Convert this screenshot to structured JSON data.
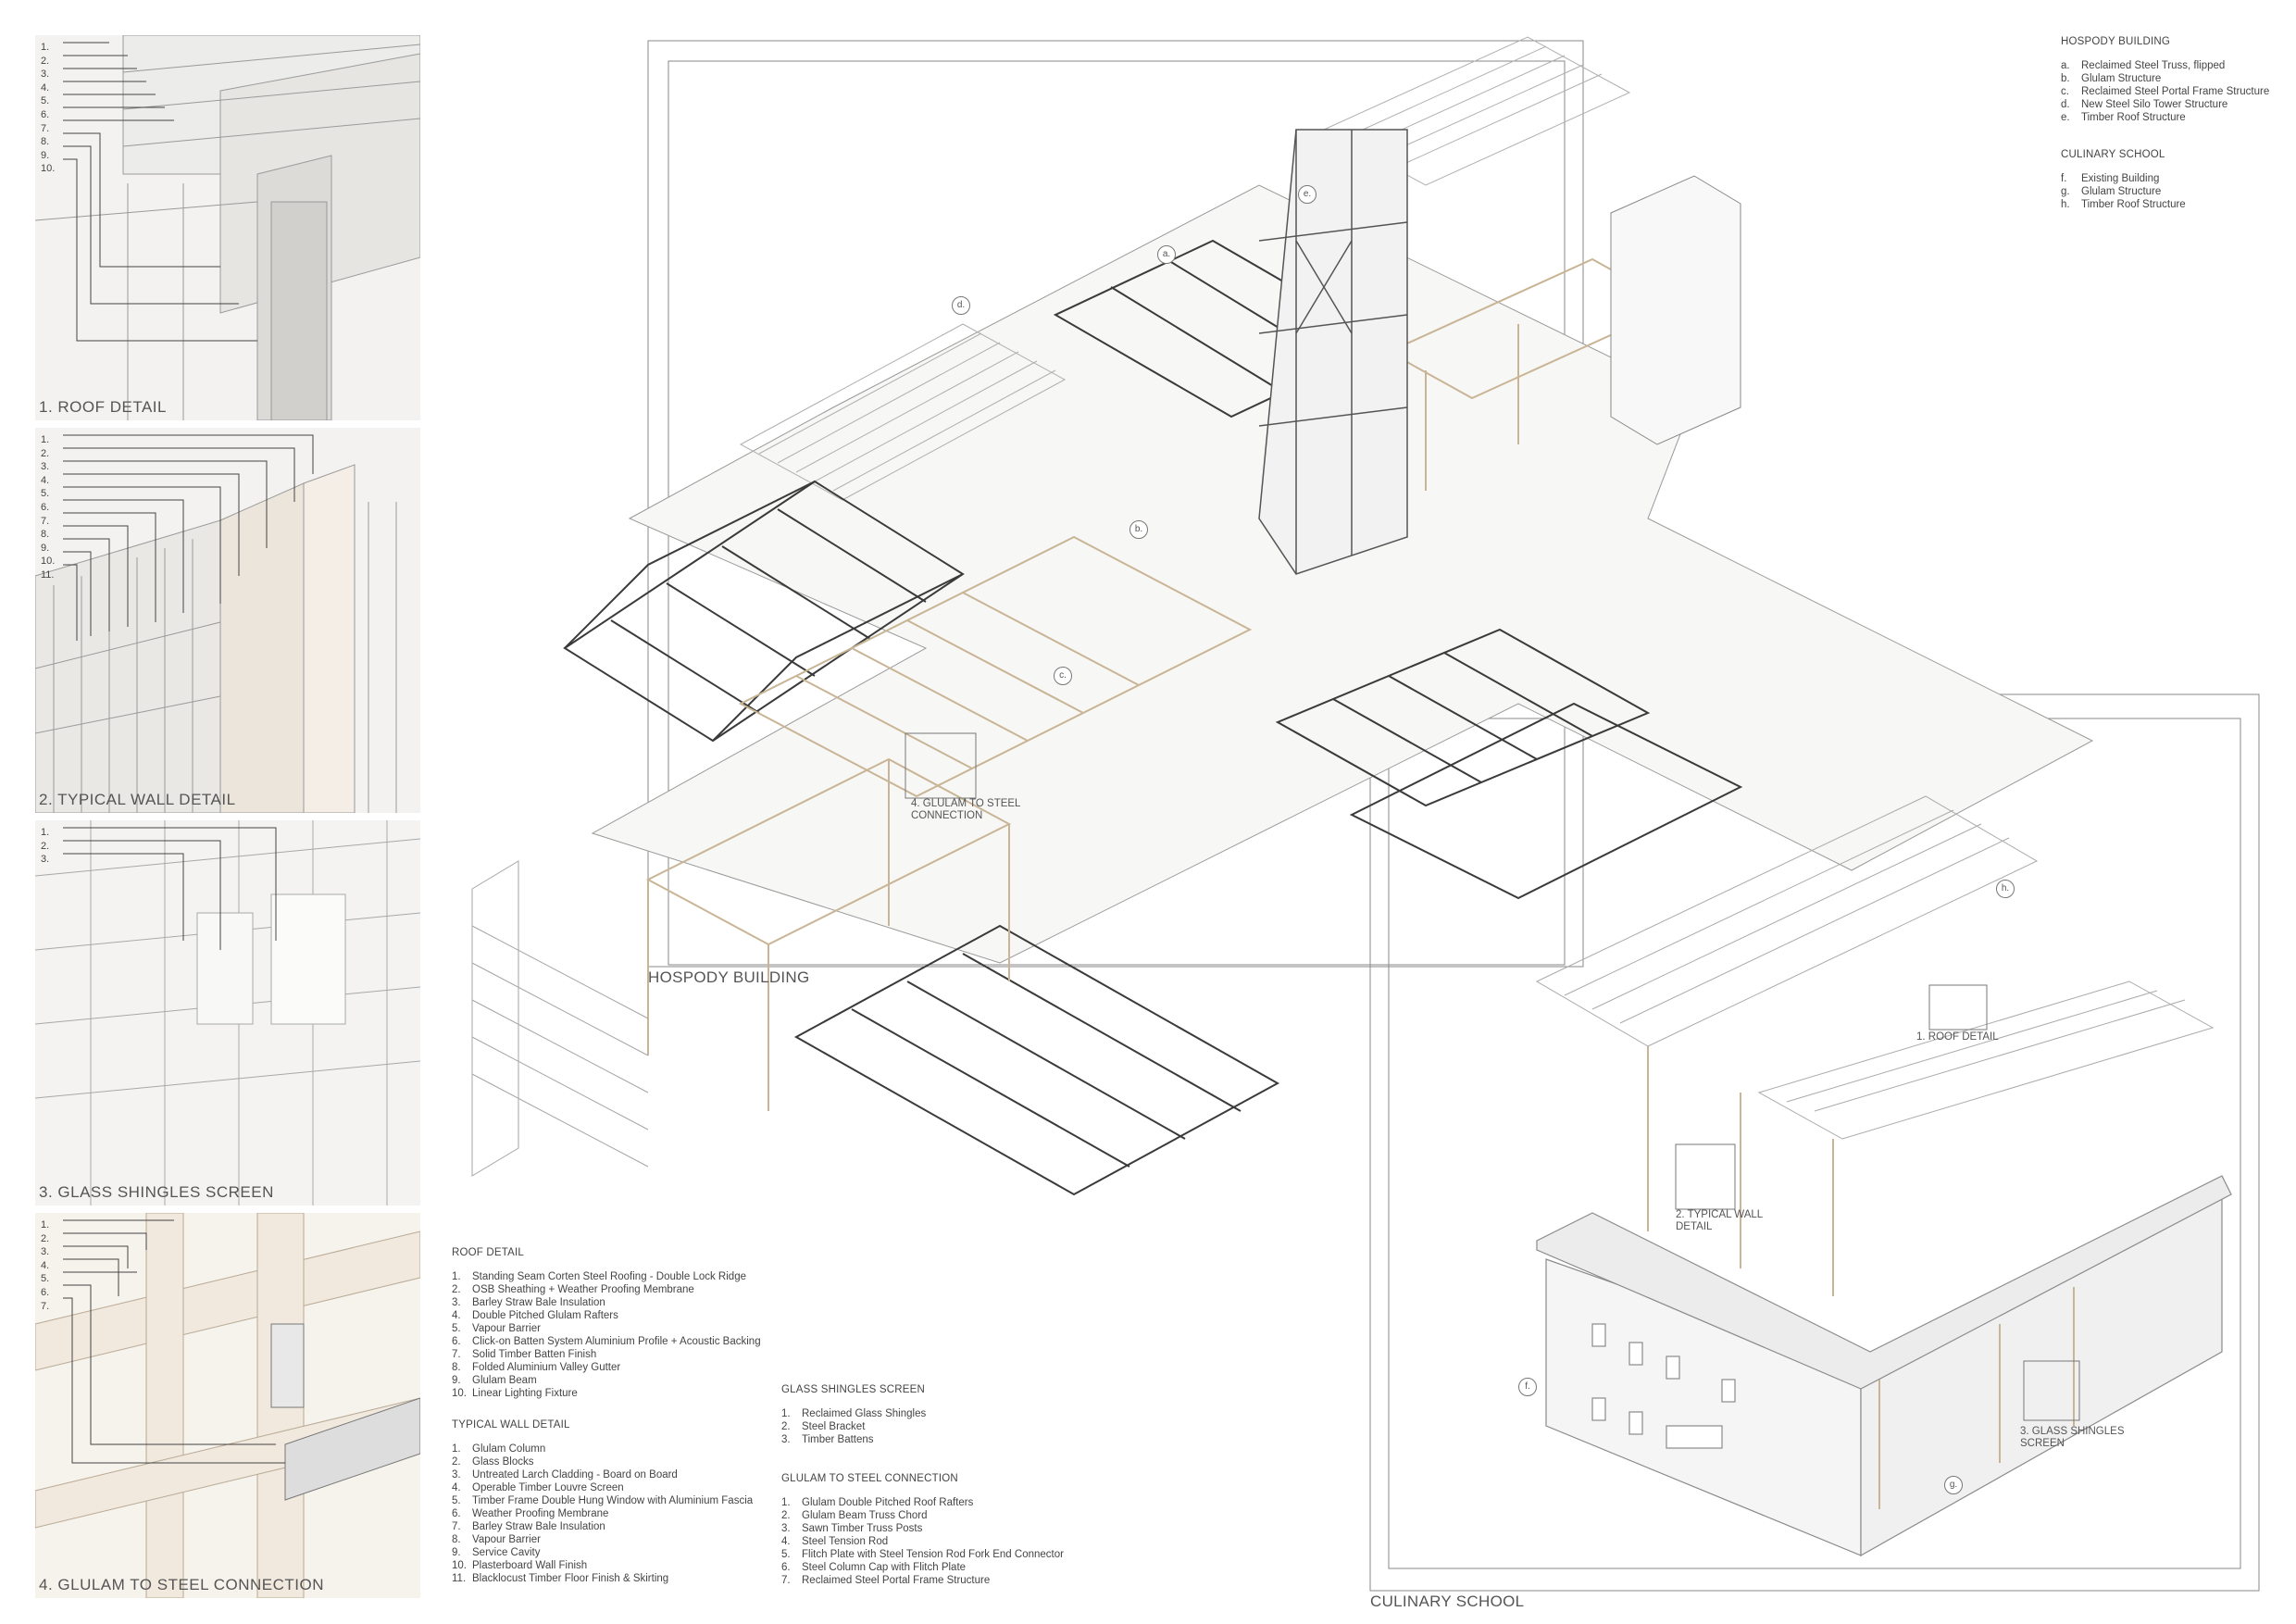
{
  "panels": [
    {
      "title": "1. ROOF DETAIL",
      "numbers": [
        "1.",
        "2.",
        "3.",
        "4.",
        "5.",
        "6.",
        "7.",
        "8.",
        "9.",
        "10."
      ]
    },
    {
      "title": "2. TYPICAL WALL DETAIL",
      "numbers": [
        "1.",
        "2.",
        "3.",
        "4.",
        "5.",
        "6.",
        "7.",
        "8.",
        "9.",
        "10.",
        "11."
      ]
    },
    {
      "title": "3. GLASS SHINGLES SCREEN",
      "numbers": [
        "1.",
        "2.",
        "3."
      ]
    },
    {
      "title": "4. GLULAM TO STEEL CONNECTION",
      "numbers": [
        "1.",
        "2.",
        "3.",
        "4.",
        "5.",
        "6.",
        "7."
      ]
    }
  ],
  "roof_detail": {
    "heading": "ROOF DETAIL",
    "items": [
      {
        "n": "1.",
        "t": "Standing Seam Corten Steel Roofing - Double Lock Ridge"
      },
      {
        "n": "2.",
        "t": "OSB Sheathing + Weather Proofing Membrane"
      },
      {
        "n": "3.",
        "t": "Barley Straw Bale Insulation"
      },
      {
        "n": "4.",
        "t": "Double Pitched Glulam Rafters"
      },
      {
        "n": "5.",
        "t": "Vapour Barrier"
      },
      {
        "n": "6.",
        "t": "Click-on Batten System Aluminium Profile + Acoustic Backing"
      },
      {
        "n": "7.",
        "t": "Solid Timber Batten Finish"
      },
      {
        "n": "8.",
        "t": "Folded Aluminium Valley Gutter"
      },
      {
        "n": "9.",
        "t": "Glulam Beam"
      },
      {
        "n": "10.",
        "t": "Linear Lighting Fixture"
      }
    ]
  },
  "typical_wall_detail": {
    "heading": "TYPICAL WALL DETAIL",
    "items": [
      {
        "n": "1.",
        "t": "Glulam Column"
      },
      {
        "n": "2.",
        "t": "Glass Blocks"
      },
      {
        "n": "3.",
        "t": "Untreated Larch Cladding - Board on Board"
      },
      {
        "n": "4.",
        "t": "Operable Timber Louvre Screen"
      },
      {
        "n": "5.",
        "t": "Timber Frame Double Hung Window with Aluminium Fascia"
      },
      {
        "n": "6.",
        "t": "Weather Proofing Membrane"
      },
      {
        "n": "7.",
        "t": "Barley Straw Bale Insulation"
      },
      {
        "n": "8.",
        "t": "Vapour Barrier"
      },
      {
        "n": "9.",
        "t": "Service Cavity"
      },
      {
        "n": "10.",
        "t": "Plasterboard Wall Finish"
      },
      {
        "n": "11.",
        "t": "Blacklocust Timber Floor Finish & Skirting"
      }
    ]
  },
  "glass_shingles_screen": {
    "heading": "GLASS SHINGLES SCREEN",
    "items": [
      {
        "n": "1.",
        "t": "Reclaimed Glass Shingles"
      },
      {
        "n": "2.",
        "t": "Steel Bracket"
      },
      {
        "n": "3.",
        "t": "Timber Battens"
      }
    ]
  },
  "glulam_to_steel": {
    "heading": "GLULAM TO STEEL CONNECTION",
    "items": [
      {
        "n": "1.",
        "t": "Glulam Double Pitched Roof Rafters"
      },
      {
        "n": "2.",
        "t": "Glulam Beam Truss Chord"
      },
      {
        "n": "3.",
        "t": "Sawn Timber Truss Posts"
      },
      {
        "n": "4.",
        "t": "Steel Tension Rod"
      },
      {
        "n": "5.",
        "t": "Flitch Plate with Steel Tension Rod Fork End Connector"
      },
      {
        "n": "6.",
        "t": "Steel Column Cap with Flitch Plate"
      },
      {
        "n": "7.",
        "t": "Reclaimed Steel Portal Frame Structure"
      }
    ]
  },
  "hospody_building": {
    "heading": "HOSPODY BUILDING",
    "items": [
      {
        "n": "a.",
        "t": "Reclaimed Steel Truss, flipped"
      },
      {
        "n": "b.",
        "t": "Glulam Structure"
      },
      {
        "n": "c.",
        "t": "Reclaimed Steel Portal Frame Structure"
      },
      {
        "n": "d.",
        "t": "New Steel Silo Tower Structure"
      },
      {
        "n": "e.",
        "t": "Timber Roof Structure"
      }
    ]
  },
  "culinary_school": {
    "heading": "CULINARY SCHOOL",
    "items": [
      {
        "n": "f.",
        "t": "Existing Building"
      },
      {
        "n": "g.",
        "t": "Glulam Structure"
      },
      {
        "n": "h.",
        "t": "Timber Roof Structure"
      }
    ]
  },
  "drawing_labels": {
    "hospody": "HOSPODY BUILDING",
    "culinary": "CULINARY SCHOOL",
    "glulam_conn_1": "4. GLULAM TO STEEL",
    "glulam_conn_2": "CONNECTION",
    "roof_detail": "1. ROOF DETAIL",
    "wall_detail_1": "2. TYPICAL WALL",
    "wall_detail_2": "DETAIL",
    "glass_1": "3. GLASS SHINGLES",
    "glass_2": "SCREEN",
    "callouts": [
      "a.",
      "b.",
      "c.",
      "d.",
      "e.",
      "f.",
      "g.",
      "h."
    ]
  }
}
